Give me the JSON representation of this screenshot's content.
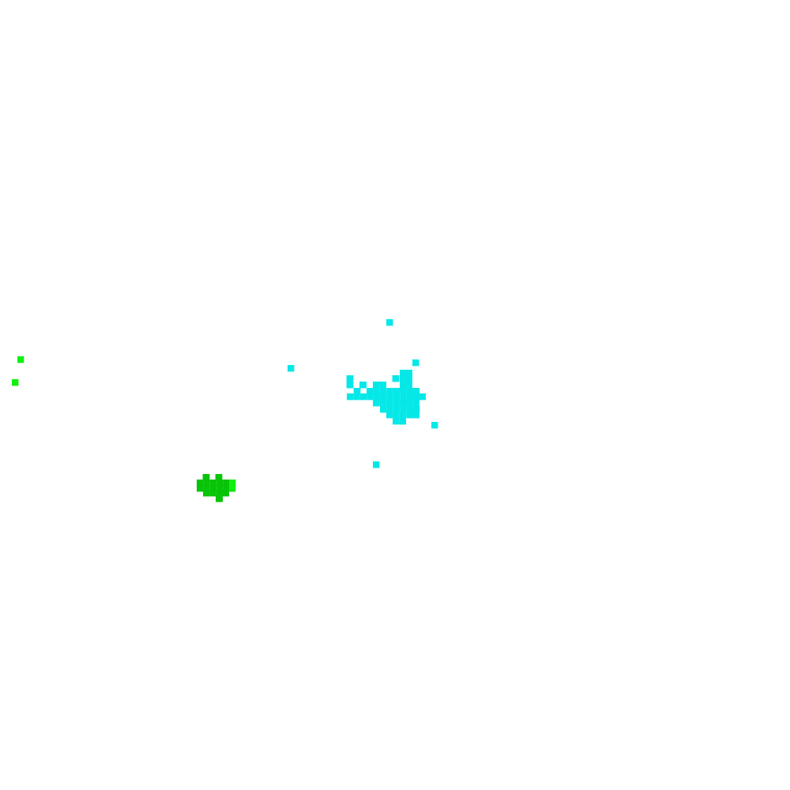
{
  "background_color": "#ffffff",
  "colors": {
    "cyan": "#06e8e8",
    "green_dark": "#08c408",
    "green_bright": "#12f012"
  },
  "entities": [
    {
      "name": "cyan-player-cell",
      "color": "cyan",
      "cell_count": 68
    },
    {
      "name": "cyan-particle",
      "color": "cyan",
      "cell_count": 5
    },
    {
      "name": "green-enemy-cell",
      "color": "green_dark",
      "cell_count": 18
    },
    {
      "name": "green-particle",
      "color": "green_bright",
      "cell_count": 2
    }
  ]
}
